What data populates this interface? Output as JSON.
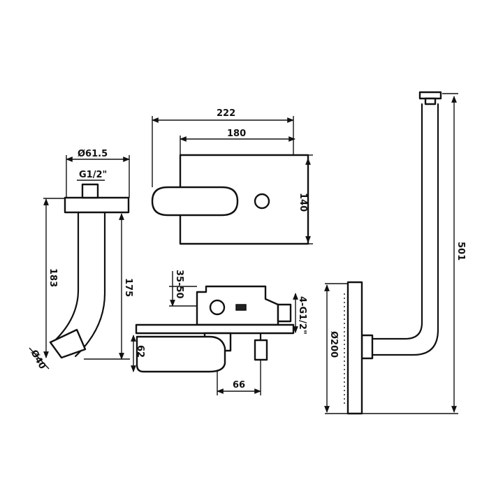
{
  "drawing": {
    "spout": {
      "diameter_label": "Ø61.5",
      "thread_label": "G1/2\"",
      "height_label": "183",
      "length_label": "175",
      "outlet_label": "Ø40"
    },
    "plate": {
      "width_label": "222",
      "inner_width_label": "180",
      "height_label": "140"
    },
    "valve": {
      "depth_label": "35-50",
      "thread_label": "4-G1/2\"",
      "offset_label": "62",
      "spacing_label": "66"
    },
    "shower": {
      "arm_height_label": "501",
      "head_diameter_label": "Ø200"
    }
  }
}
